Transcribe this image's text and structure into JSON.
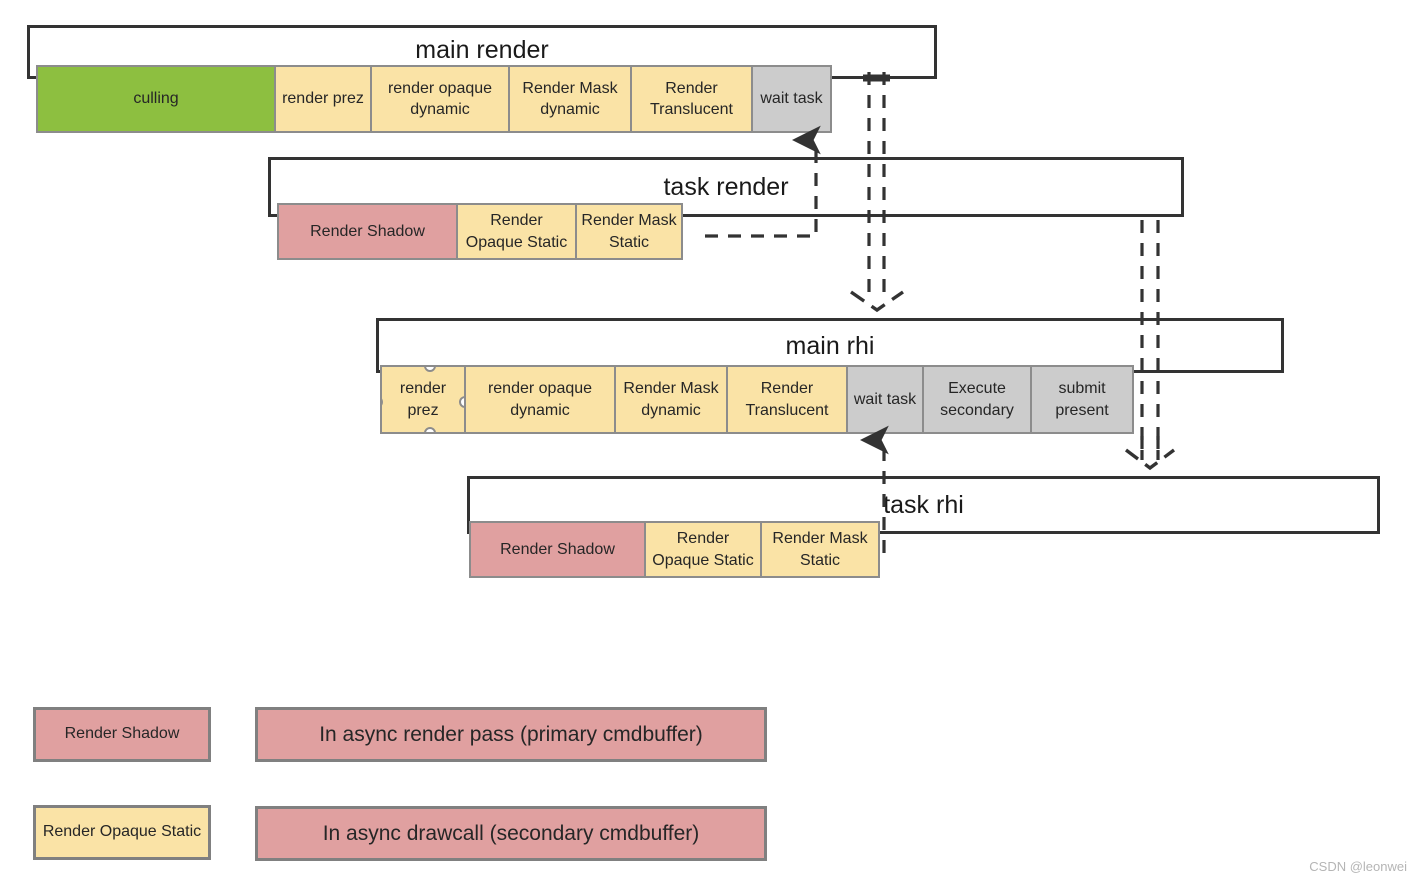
{
  "diagram": {
    "title_watermark": "CSDN @leonwei",
    "colors": {
      "green": "#8DBF40",
      "yellow": "#FAE3A6",
      "red": "#E0A0A0",
      "grey": "#CCCCCC",
      "block_border": "#8c8c8c",
      "frame_border": "#333333",
      "arrow": "#333333"
    },
    "lanes": [
      {
        "id": "main-render",
        "label": "main render",
        "blocks": [
          {
            "label": "culling",
            "color": "green"
          },
          {
            "label": "render prez",
            "color": "yellow"
          },
          {
            "label": "render opaque dynamic",
            "color": "yellow"
          },
          {
            "label": "Render Mask dynamic",
            "color": "yellow"
          },
          {
            "label": "Render Translucent",
            "color": "yellow"
          },
          {
            "label": "wait task",
            "color": "grey"
          }
        ]
      },
      {
        "id": "task-render",
        "label": "task render",
        "blocks": [
          {
            "label": "Render Shadow",
            "color": "red"
          },
          {
            "label": "Render Opaque Static",
            "color": "yellow"
          },
          {
            "label": "Render Mask Static",
            "color": "yellow"
          }
        ]
      },
      {
        "id": "main-rhi",
        "label": "main rhi",
        "blocks": [
          {
            "label": "render prez",
            "color": "yellow"
          },
          {
            "label": "render opaque dynamic",
            "color": "yellow"
          },
          {
            "label": "Render Mask dynamic",
            "color": "yellow"
          },
          {
            "label": "Render Translucent",
            "color": "yellow"
          },
          {
            "label": "wait task",
            "color": "grey"
          },
          {
            "label": "Execute secondary",
            "color": "grey"
          },
          {
            "label": "submit present",
            "color": "grey"
          }
        ]
      },
      {
        "id": "task-rhi",
        "label": "task rhi",
        "blocks": [
          {
            "label": "Render Shadow",
            "color": "red"
          },
          {
            "label": "Render Opaque Static",
            "color": "yellow"
          },
          {
            "label": "Render Mask Static",
            "color": "yellow"
          }
        ]
      }
    ],
    "legend": [
      {
        "swatch_label": "Render Shadow",
        "swatch_color": "red",
        "description": "In async render pass (primary cmdbuffer)"
      },
      {
        "swatch_label": "Render Opaque Static",
        "swatch_color": "yellow",
        "description": "In async drawcall (secondary cmdbuffer)"
      }
    ]
  }
}
